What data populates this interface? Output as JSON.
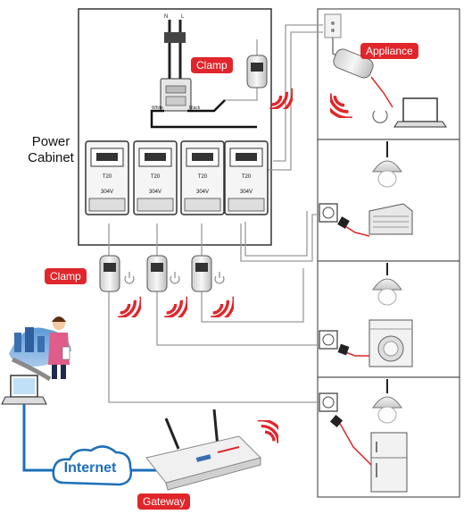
{
  "labels": {
    "power_cabinet_line1": "Power",
    "power_cabinet_line2": "Cabinet",
    "clamp_top": "Clamp",
    "clamp_left": "Clamp",
    "appliance": "Appliance",
    "internet": "Internet",
    "gateway": "Gateway"
  },
  "breakers": [
    {
      "rating": "T20",
      "voltage": "304V"
    },
    {
      "rating": "T20",
      "voltage": "304V"
    },
    {
      "rating": "T20",
      "voltage": "304V"
    },
    {
      "rating": "T20",
      "voltage": "304V"
    }
  ],
  "main_switch": {
    "top_left": "N",
    "top_right": "L",
    "bottom_left": "White",
    "bottom_right": "Black"
  },
  "colors": {
    "accent_red": "#e0262b",
    "wire_gray": "#9a9a9a",
    "frame": "#333333",
    "cloud_blue": "#1d6fb8"
  },
  "icons": [
    "wireless-signal-icon",
    "power-icon",
    "lamp-icon",
    "socket-icon",
    "laptop-icon",
    "router-icon",
    "washing-machine-icon",
    "refrigerator-icon",
    "projector-icon",
    "person-icon"
  ]
}
